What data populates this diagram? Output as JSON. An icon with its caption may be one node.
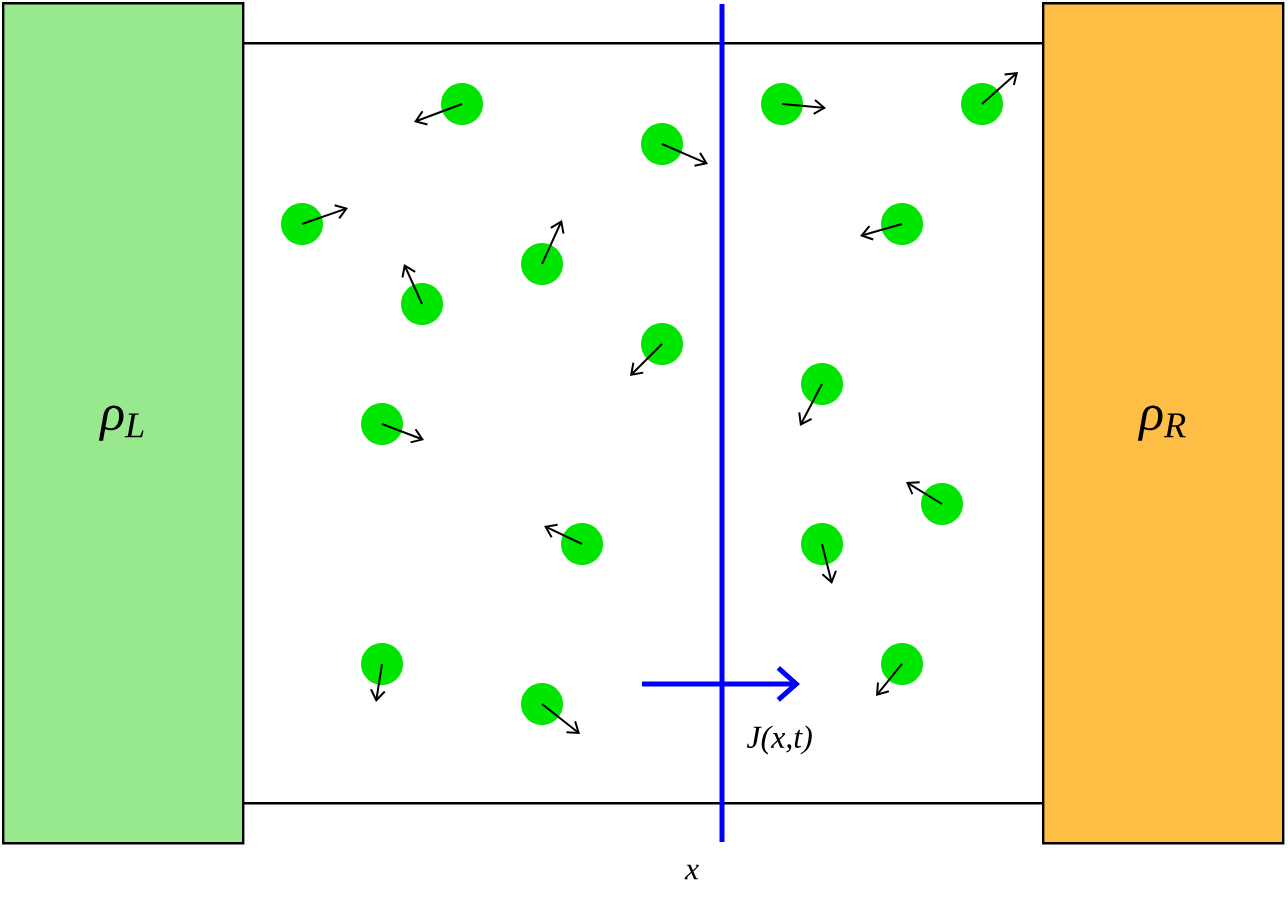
{
  "diagram": {
    "nodes": [
      {
        "text": [
          "ρ$_{L}$"
        ]
      },
      {
        "text": [],
        "shape": "box"
      },
      {
        "text": [
          "ρ$_{R}$"
        ]
      }
    ],
    "labels": [
      "J(x,t)",
      "x"
    ]
  }
}
